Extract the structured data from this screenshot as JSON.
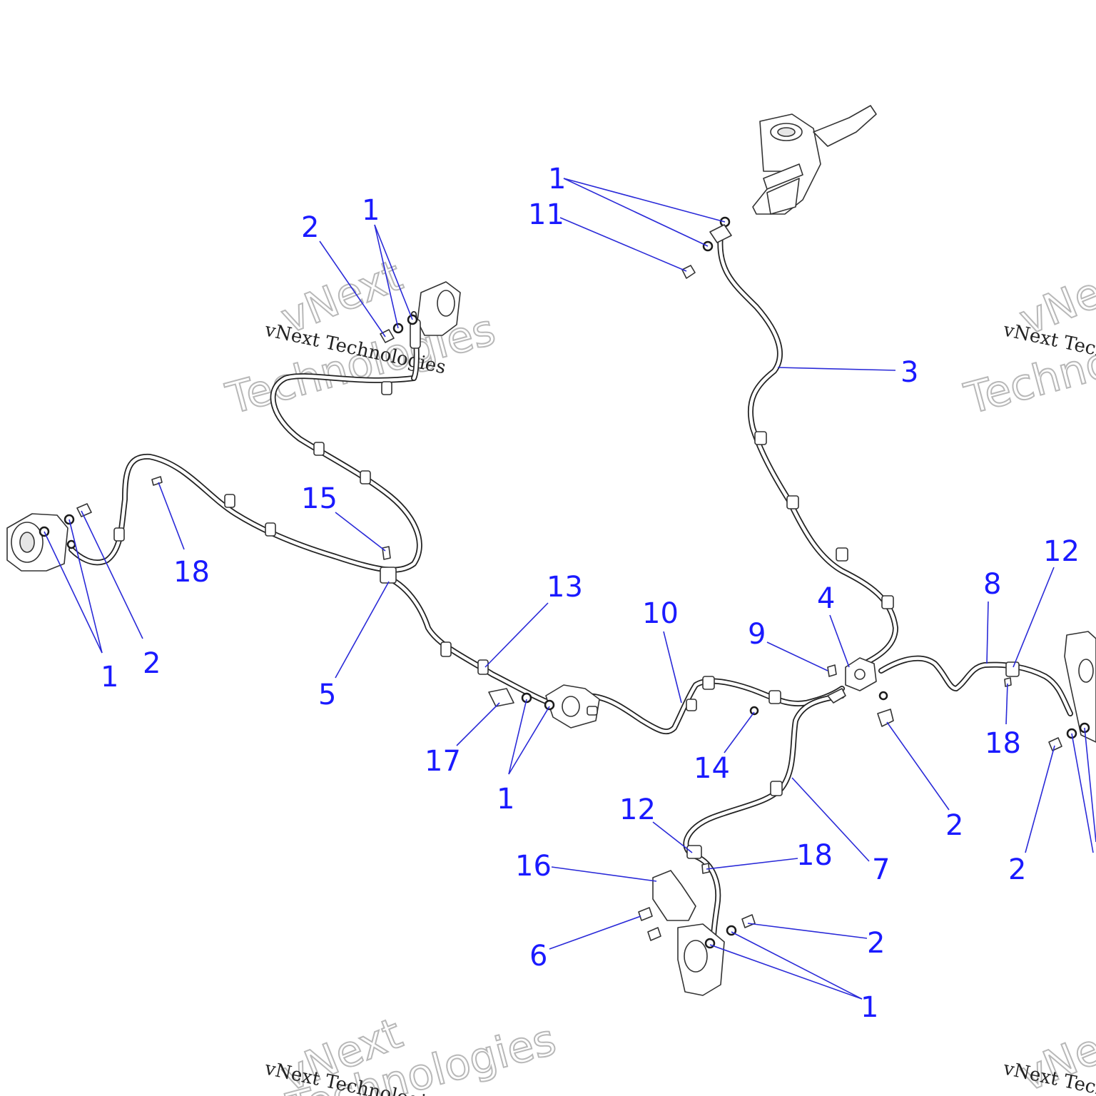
{
  "watermark": {
    "mono_text": "vNext Technologies",
    "outline_line1": "vNext",
    "outline_line2": "Technologies"
  },
  "callouts": [
    {
      "label": "1"
    },
    {
      "label": "11"
    },
    {
      "label": "2"
    },
    {
      "label": "1"
    },
    {
      "label": "3"
    },
    {
      "label": "15"
    },
    {
      "label": "18"
    },
    {
      "label": "1"
    },
    {
      "label": "2"
    },
    {
      "label": "5"
    },
    {
      "label": "13"
    },
    {
      "label": "17"
    },
    {
      "label": "1"
    },
    {
      "label": "10"
    },
    {
      "label": "14"
    },
    {
      "label": "9"
    },
    {
      "label": "4"
    },
    {
      "label": "8"
    },
    {
      "label": "12"
    },
    {
      "label": "18"
    },
    {
      "label": "2"
    },
    {
      "label": "2"
    },
    {
      "label": "12"
    },
    {
      "label": "18"
    },
    {
      "label": "7"
    },
    {
      "label": "16"
    },
    {
      "label": "6"
    },
    {
      "label": "2"
    },
    {
      "label": "1"
    }
  ]
}
